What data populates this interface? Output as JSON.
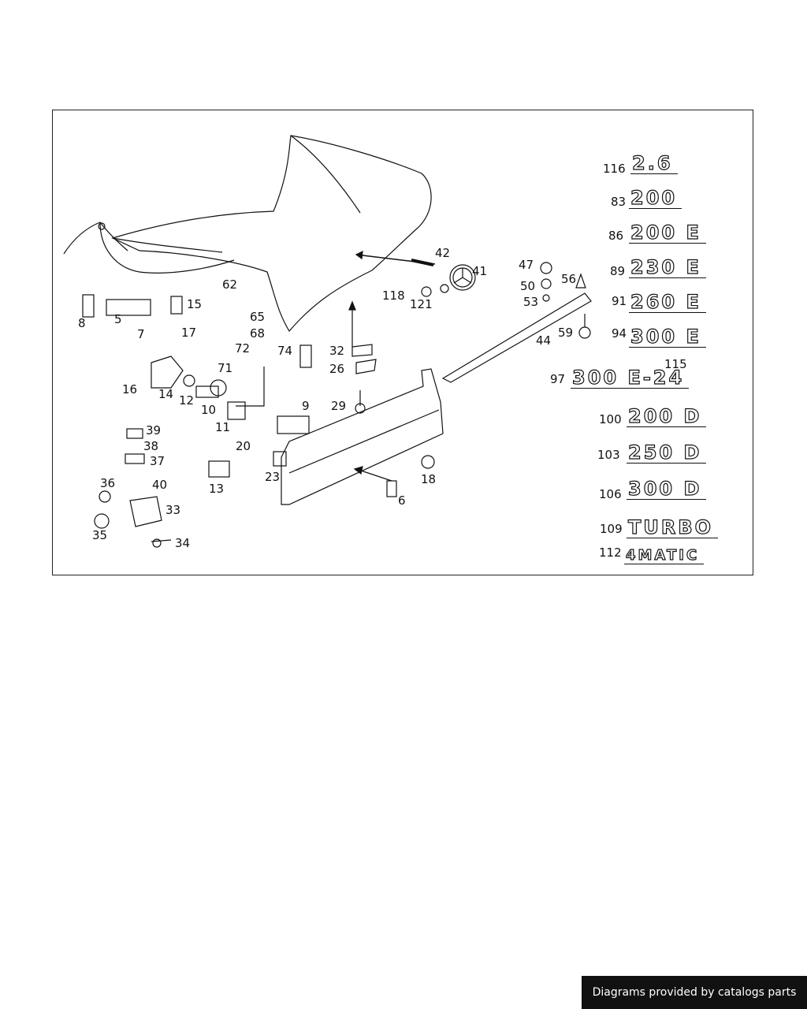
{
  "footer": {
    "text": "Diagrams provided by catalogs parts"
  },
  "callouts": [
    "5",
    "6",
    "7",
    "8",
    "9",
    "10",
    "11",
    "12",
    "13",
    "14",
    "15",
    "16",
    "17",
    "18",
    "20",
    "23",
    "26",
    "29",
    "32",
    "33",
    "34",
    "35",
    "36",
    "37",
    "38",
    "39",
    "40",
    "41",
    "42",
    "44",
    "47",
    "50",
    "53",
    "56",
    "59",
    "62",
    "65",
    "68",
    "71",
    "72",
    "74",
    "118",
    "121"
  ],
  "emblems": [
    {
      "num": "116",
      "text": "2.6"
    },
    {
      "num": "83",
      "text": "200"
    },
    {
      "num": "86",
      "text": "200 E"
    },
    {
      "num": "89",
      "text": "230 E"
    },
    {
      "num": "91",
      "text": "260 E"
    },
    {
      "num": "94",
      "text": "300 E"
    },
    {
      "num": "97",
      "text": "300 E-24",
      "sub": "115"
    },
    {
      "num": "100",
      "text": "200 D"
    },
    {
      "num": "103",
      "text": "250 D"
    },
    {
      "num": "106",
      "text": "300 D"
    },
    {
      "num": "109",
      "text": "TURBO"
    },
    {
      "num": "112",
      "text": "4MATIC"
    }
  ]
}
